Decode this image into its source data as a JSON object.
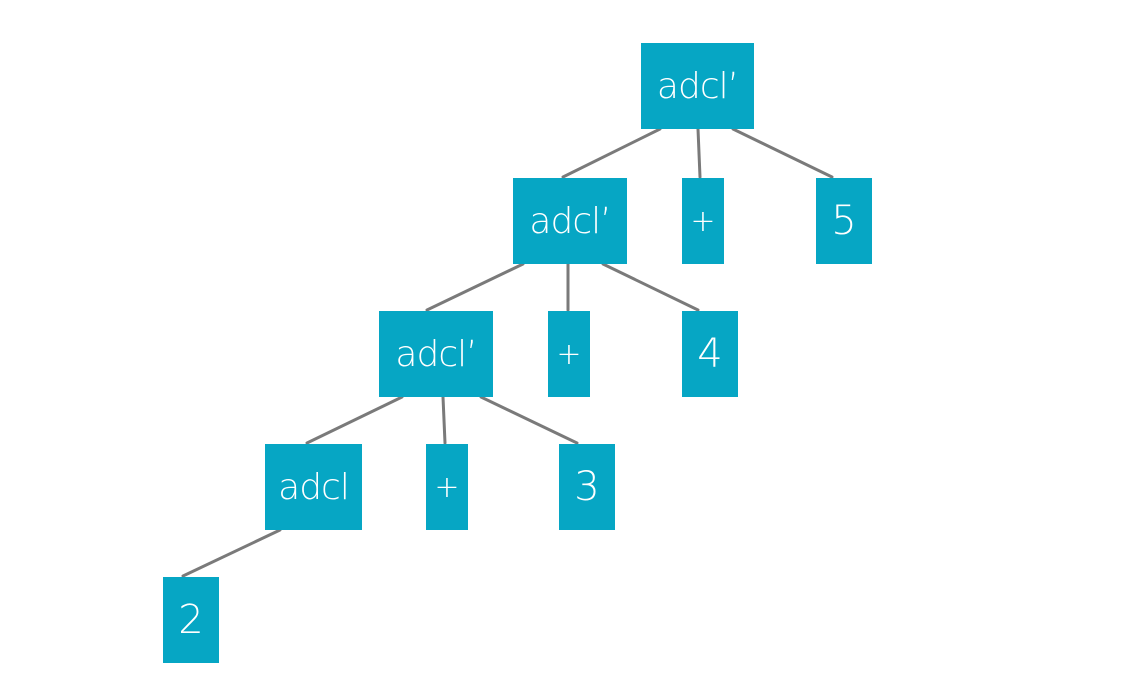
{
  "tree": {
    "root": {
      "label": "adcl’"
    },
    "level1": {
      "addl": "adcl’",
      "plus": "+",
      "value": "5"
    },
    "level2": {
      "addl": "adcl’",
      "plus": "+",
      "value": "4"
    },
    "level3": {
      "addl": "adcl",
      "plus": "+",
      "value": "3"
    },
    "level4": {
      "value": "2"
    },
    "colors": {
      "node_fill": "#06a6c4",
      "node_text": "#ffffff",
      "edge": "#7a7a7a"
    }
  }
}
